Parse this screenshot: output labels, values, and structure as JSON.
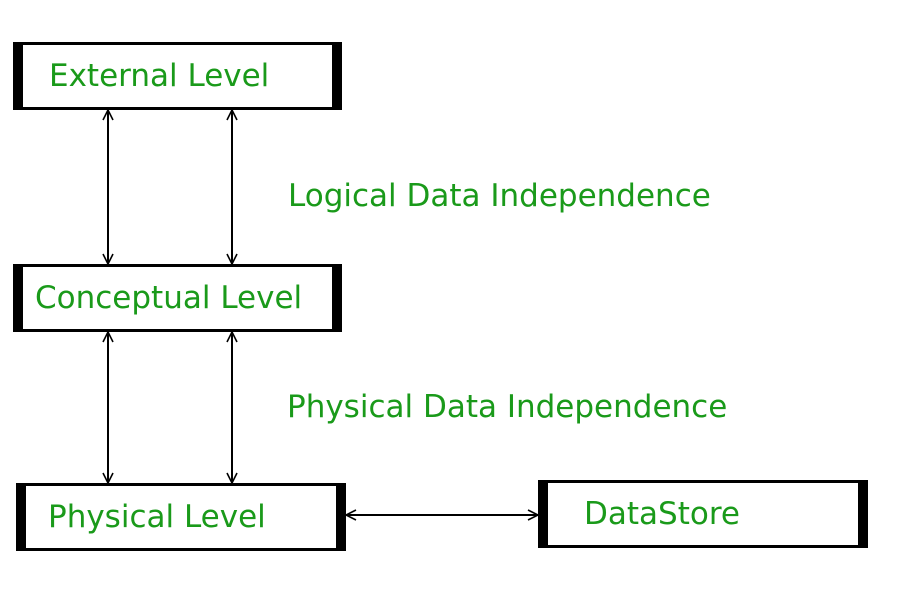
{
  "diagram": {
    "levels": {
      "external": "External Level",
      "conceptual": "Conceptual Level",
      "physical": "Physical Level",
      "datastore": "DataStore"
    },
    "independence": {
      "logical": "Logical Data Independence",
      "physical": "Physical Data Independence"
    }
  },
  "colors": {
    "text": "#1a9a1a",
    "lines": "#000000"
  }
}
